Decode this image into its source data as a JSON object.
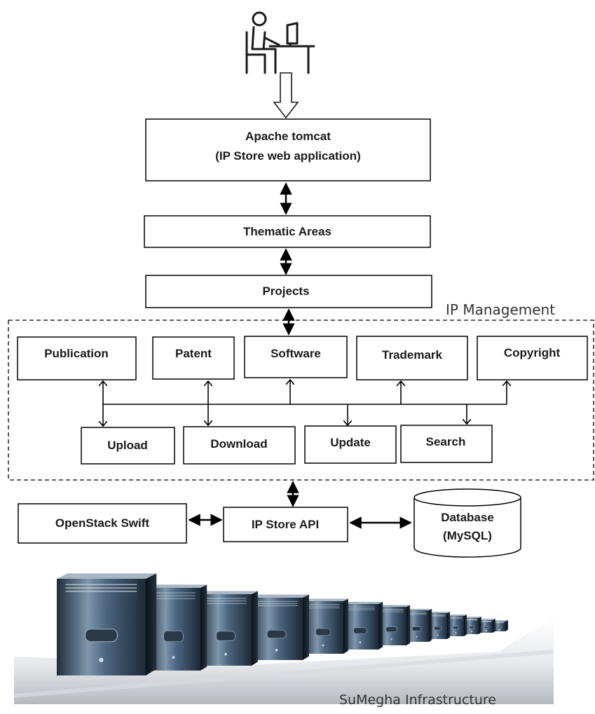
{
  "user_icon": "user-at-computer-icon",
  "web_app": {
    "line1": "Apache tomcat",
    "line2": "(IP Store web application)"
  },
  "thematic_areas": "Thematic Areas",
  "projects": "Projects",
  "ip_management": {
    "label": "IP Management",
    "types": [
      "Publication",
      "Patent",
      "Software",
      "Trademark",
      "Copyright"
    ],
    "operations": [
      "Upload",
      "Download",
      "Update",
      "Search"
    ]
  },
  "api": "IP Store API",
  "swift": "OpenStack Swift",
  "database": {
    "line1": "Database",
    "line2": "(MySQL)"
  },
  "infrastructure": {
    "label": "SuMegha Infrastructure",
    "icon": "server-rack-icon"
  }
}
